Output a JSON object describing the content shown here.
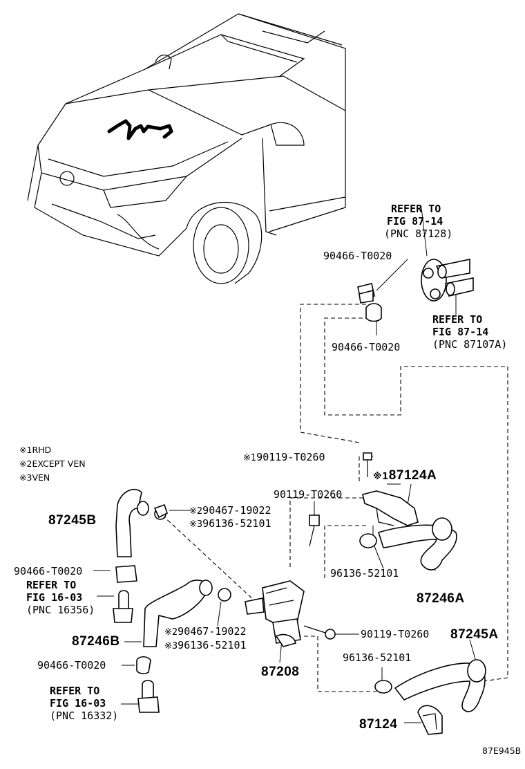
{
  "diagram_code": "87E945B",
  "legend": [
    {
      "mark": "※1",
      "text": "RHD"
    },
    {
      "mark": "※2",
      "text": "EXCEPT VEN"
    },
    {
      "mark": "※3",
      "text": "VEN"
    }
  ],
  "refs": {
    "fig_87_14_a": {
      "line1": "REFER TO",
      "line2": "FIG 87-14",
      "line3": "(PNC 87128)"
    },
    "fig_87_14_b": {
      "line1": "REFER TO",
      "line2": "FIG 87-14",
      "line3": "(PNC 87107A)"
    },
    "fig_16_03_a": {
      "line1": "REFER TO",
      "line2": "FIG 16-03",
      "line3": "(PNC 16356)"
    },
    "fig_16_03_b": {
      "line1": "REFER TO",
      "line2": "FIG 16-03",
      "line3": "(PNC 16332)"
    }
  },
  "parts": {
    "p90466_top": "90466-T0020",
    "p90466_mid": "90466-T0020",
    "p90119_rhd": "90119-T0260",
    "p87124A": "87124A",
    "p90119_a": "90119-T0260",
    "p87245B": "87245B",
    "p90467_a": "90467-19022",
    "p96136_a": "96136-52101",
    "p90466_left1": "90466-T0020",
    "p96136_b": "96136-52101",
    "p87246A": "87246A",
    "p87246B": "87246B",
    "p90467_b": "90467-19022",
    "p96136_c": "96136-52101",
    "p90119_b": "90119-T0260",
    "p87245A": "87245A",
    "p90466_left2": "90466-T0020",
    "p87208": "87208",
    "p96136_d": "96136-52101",
    "p87124": "87124"
  },
  "marks": {
    "m1": "※1",
    "m1b": "※1",
    "m2a": "※2",
    "m3a": "※3",
    "m2b": "※2",
    "m3b": "※3"
  }
}
